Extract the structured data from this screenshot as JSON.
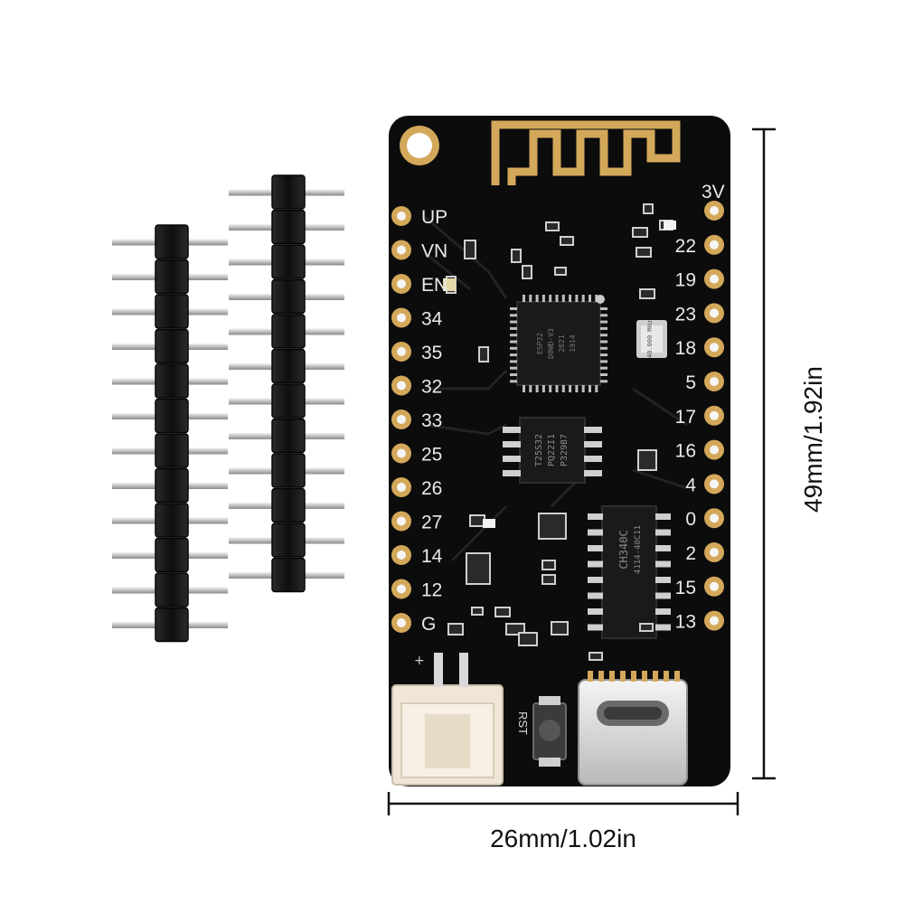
{
  "board": {
    "left_pins": [
      "UP",
      "VN",
      "EN",
      "34",
      "35",
      "32",
      "33",
      "25",
      "26",
      "27",
      "14",
      "12",
      "G"
    ],
    "right_pins": [
      "3V",
      "22",
      "19",
      "23",
      "18",
      "5",
      "17",
      "16",
      "4",
      "0",
      "2",
      "15",
      "13"
    ],
    "chip_main": [
      "ESP32",
      "D0WD-V3",
      "2021",
      "1914"
    ],
    "chip_psram": [
      "T25S32",
      "PQ22I1",
      "P32987"
    ],
    "chip_usb": [
      "CH340C",
      "4114-40C11"
    ],
    "crystal": "40.000 MHz",
    "reset_label": "RST",
    "plus_label": "+"
  },
  "dimensions": {
    "width": "26mm/1.02in",
    "height": "49mm/1.92in"
  },
  "colors": {
    "pcb": "#0c0c0d",
    "gold": "#d4a85a",
    "header_plastic": "#151515",
    "header_pin": "#c9c9c9",
    "connector": "#efe6d6"
  }
}
